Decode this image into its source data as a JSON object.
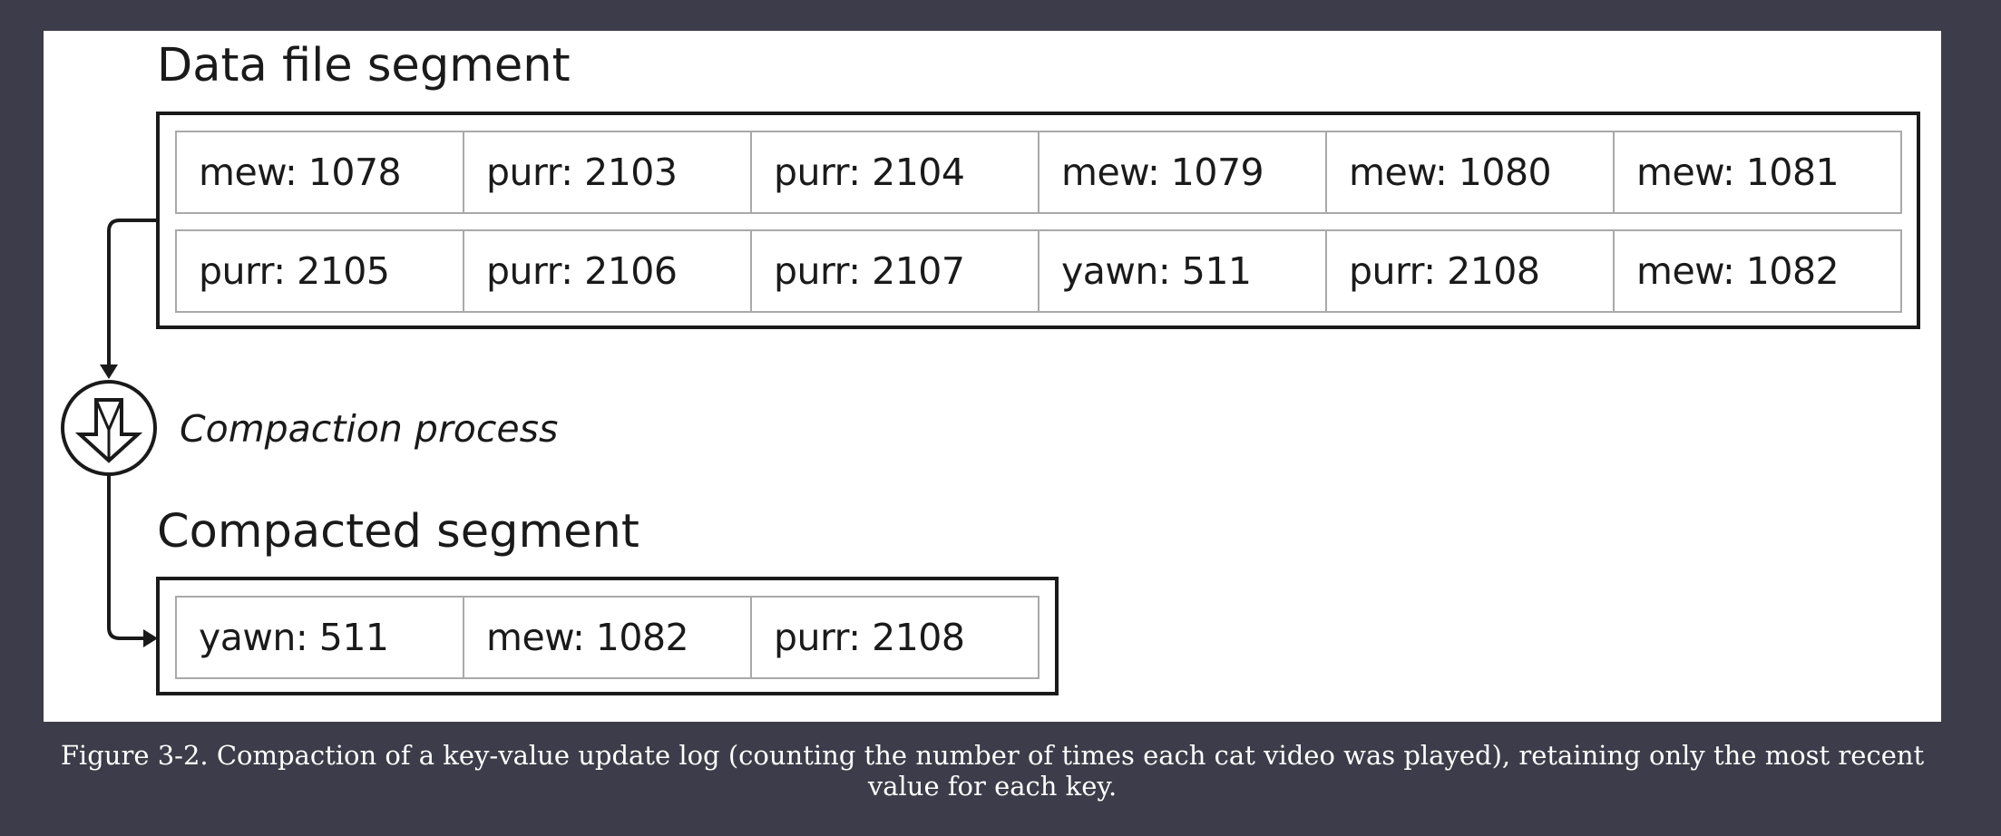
{
  "diagram": {
    "data_segment": {
      "heading": "Data file segment",
      "rows": [
        [
          "mew: 1078",
          "purr: 2103",
          "purr: 2104",
          "mew: 1079",
          "mew: 1080",
          "mew: 1081"
        ],
        [
          "purr: 2105",
          "purr: 2106",
          "purr: 2107",
          "yawn: 511",
          "purr: 2108",
          "mew: 1082"
        ]
      ]
    },
    "process": {
      "label": "Compaction process",
      "icon": "down-arrow-in-circle-icon"
    },
    "compacted_segment": {
      "heading": "Compacted segment",
      "rows": [
        [
          "yawn: 511",
          "mew: 1082",
          "purr: 2108"
        ]
      ]
    }
  },
  "caption": "Figure 3-2. Compaction of a key-value update log (counting the number of times each cat video was played), retaining only the most recent value for each key.",
  "colors": {
    "background": "#3d3c4a",
    "panel": "#ffffff",
    "stroke": "#1a1a1a",
    "cell_border": "#a9a9a9",
    "caption_text": "#ffffff"
  }
}
